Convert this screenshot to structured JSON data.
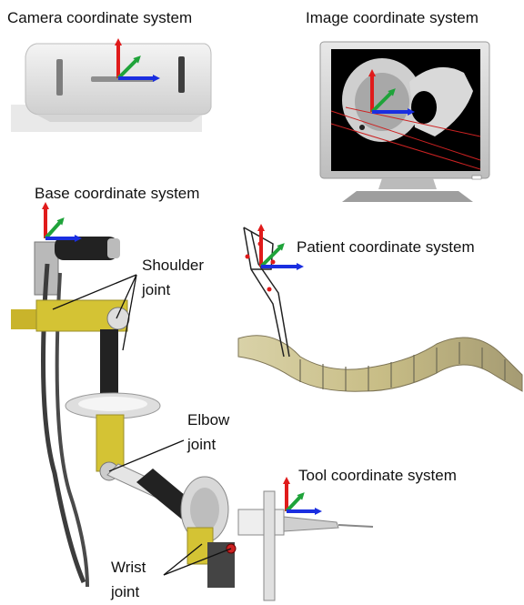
{
  "labels": {
    "camera": "Camera coordinate system",
    "image": "Image coordinate system",
    "base": "Base coordinate system",
    "patient": "Patient coordinate system",
    "tool": "Tool coordinate system",
    "shoulder_line1": "Shoulder",
    "shoulder_line2": "joint",
    "elbow_line1": "Elbow",
    "elbow_line2": "joint",
    "wrist_line1": "Wrist",
    "wrist_line2": "joint"
  },
  "axis_colors": {
    "x": "#1a2ee0",
    "y": "#1fa33a",
    "z": "#e01b1b"
  }
}
